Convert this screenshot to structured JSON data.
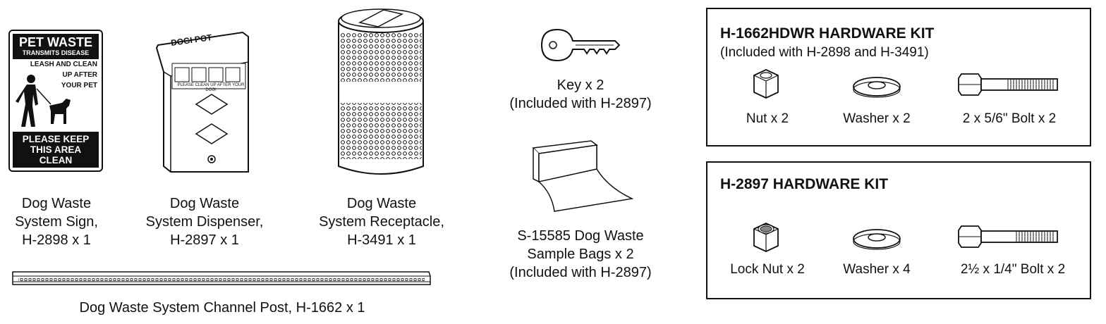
{
  "sign": {
    "title": "PET WASTE",
    "subtitle": "TRANSMITS DISEASE",
    "middle": [
      "LEASH AND CLEAN",
      "UP AFTER",
      "YOUR PET"
    ],
    "bottom": [
      "PLEASE KEEP",
      "THIS AREA",
      "CLEAN"
    ]
  },
  "dispenser_art": {
    "logo": "DOGI POT",
    "label": "PLEASE CLEAN UP AFTER YOUR DOG!"
  },
  "items": {
    "sign": [
      "Dog Waste",
      "System Sign,",
      "H-2898 x 1"
    ],
    "dispenser": [
      "Dog Waste",
      "System Dispenser,",
      "H-2897 x 1"
    ],
    "receptacle": [
      "Dog Waste",
      "System Receptacle,",
      "H-3491 x 1"
    ],
    "channel_post": "Dog Waste System Channel Post, H-1662 x 1",
    "key": [
      "Key x 2",
      "(Included with H-2897)"
    ],
    "bags": [
      "S-15585 Dog Waste",
      "Sample Bags x 2",
      "(Included with H-2897)"
    ]
  },
  "kit1": {
    "title": "H-1662HDWR HARDWARE KIT",
    "subtitle": "(Included with H-2898 and H-3491)",
    "nut": "Nut x 2",
    "washer": "Washer x 2",
    "bolt": "2 x 5/6\" Bolt x 2"
  },
  "kit2": {
    "title": "H-2897 HARDWARE KIT",
    "nut": "Lock Nut x 2",
    "washer": "Washer x 4",
    "bolt": "2½ x 1/4\" Bolt x 2"
  }
}
